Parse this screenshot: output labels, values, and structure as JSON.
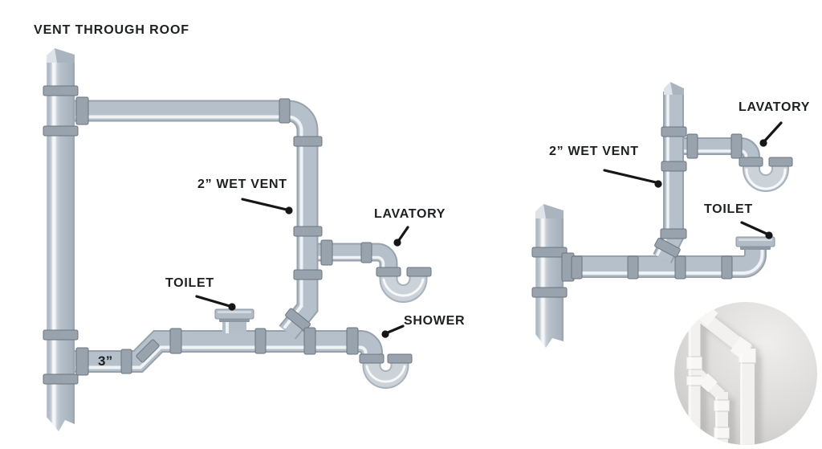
{
  "colors": {
    "background": "#ffffff",
    "pipe_body": "#b6c0ca",
    "pipe_edge": "#98a2ac",
    "pipe_highlight": "#f5f7f8",
    "fitting": "#99a3ad",
    "fitting_outline": "#6b7680",
    "trap_body": "#cbd2d8",
    "label_text": "#1d1f22",
    "pointer": "#161616",
    "photo_background": "#dcdad9",
    "photo_pipe": "#f2f1ef"
  },
  "header": {
    "vent_through_roof_label": "VENT THROUGH ROOF"
  },
  "left_diagram": {
    "wet_vent_label": "2” WET VENT",
    "lavatory_label": "LAVATORY",
    "toilet_label": "TOILET",
    "shower_label": "SHOWER",
    "drain_size_label": "3”"
  },
  "right_diagram": {
    "wet_vent_label": "2” WET VENT",
    "lavatory_label": "LAVATORY",
    "toilet_label": "TOILET"
  },
  "photo_inset": {
    "icon": "pvc-pipes-photo"
  }
}
